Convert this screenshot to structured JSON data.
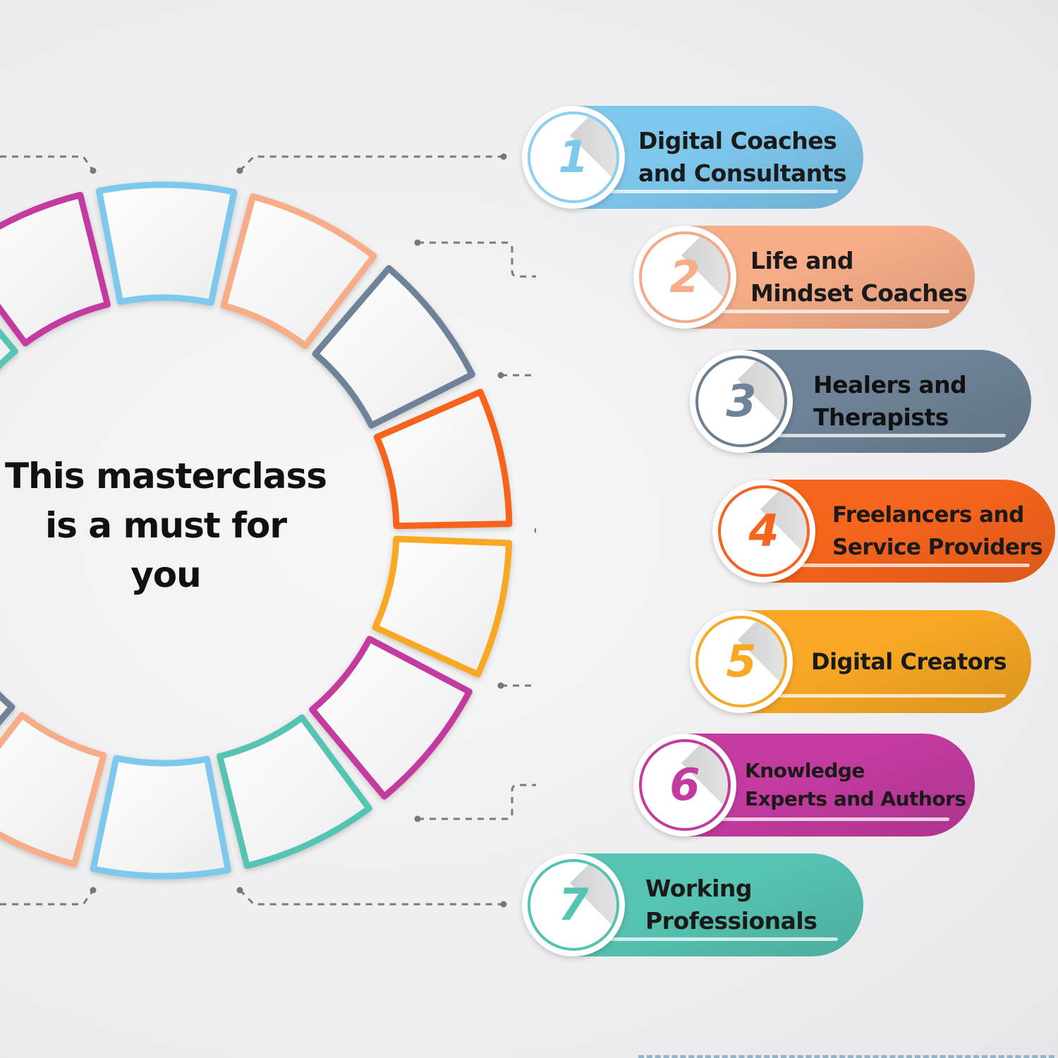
{
  "center_text": {
    "line1": "This masterclass",
    "line2": "is a must for",
    "line3": "you"
  },
  "items": [
    {
      "number": "1",
      "line1": "Digital Coaches",
      "line2": "and Consultants",
      "color": "#7ec8ee",
      "ring": "#8ccff0"
    },
    {
      "number": "2",
      "line1": "Life and",
      "line2": "Mindset Coaches",
      "color": "#f6ad88",
      "ring": "#f4a98a"
    },
    {
      "number": "3",
      "line1": "Healers and",
      "line2": "Therapists",
      "color": "#6e8397",
      "ring": "#6b7f93"
    },
    {
      "number": "4",
      "line1": "Freelancers and",
      "line2": "Service Providers",
      "color": "#f7641c",
      "ring": "#f4631f"
    },
    {
      "number": "5",
      "line1": "Digital Creators",
      "line2": "",
      "color": "#f8a824",
      "ring": "#f6a925"
    },
    {
      "number": "6",
      "line1": "Knowledge",
      "line2": "Experts and Authors",
      "color": "#c43ba0",
      "ring": "#c23c9f"
    },
    {
      "number": "7",
      "line1": "Working",
      "line2": "Professionals",
      "color": "#57c4b3",
      "ring": "#55c3b2"
    }
  ],
  "wheel_segment_colors": [
    "#7ec8ee",
    "#f6ad88",
    "#6e8397",
    "#f7641c",
    "#f8a824",
    "#c43ba0",
    "#57c4b3",
    "#7ec8ee",
    "#f6ad88",
    "#6e8397",
    "#c43ba0",
    "#f6ad88",
    "#57c4b3",
    "#c43ba0"
  ],
  "icons": {
    "connector": "dashed-connector-line"
  }
}
